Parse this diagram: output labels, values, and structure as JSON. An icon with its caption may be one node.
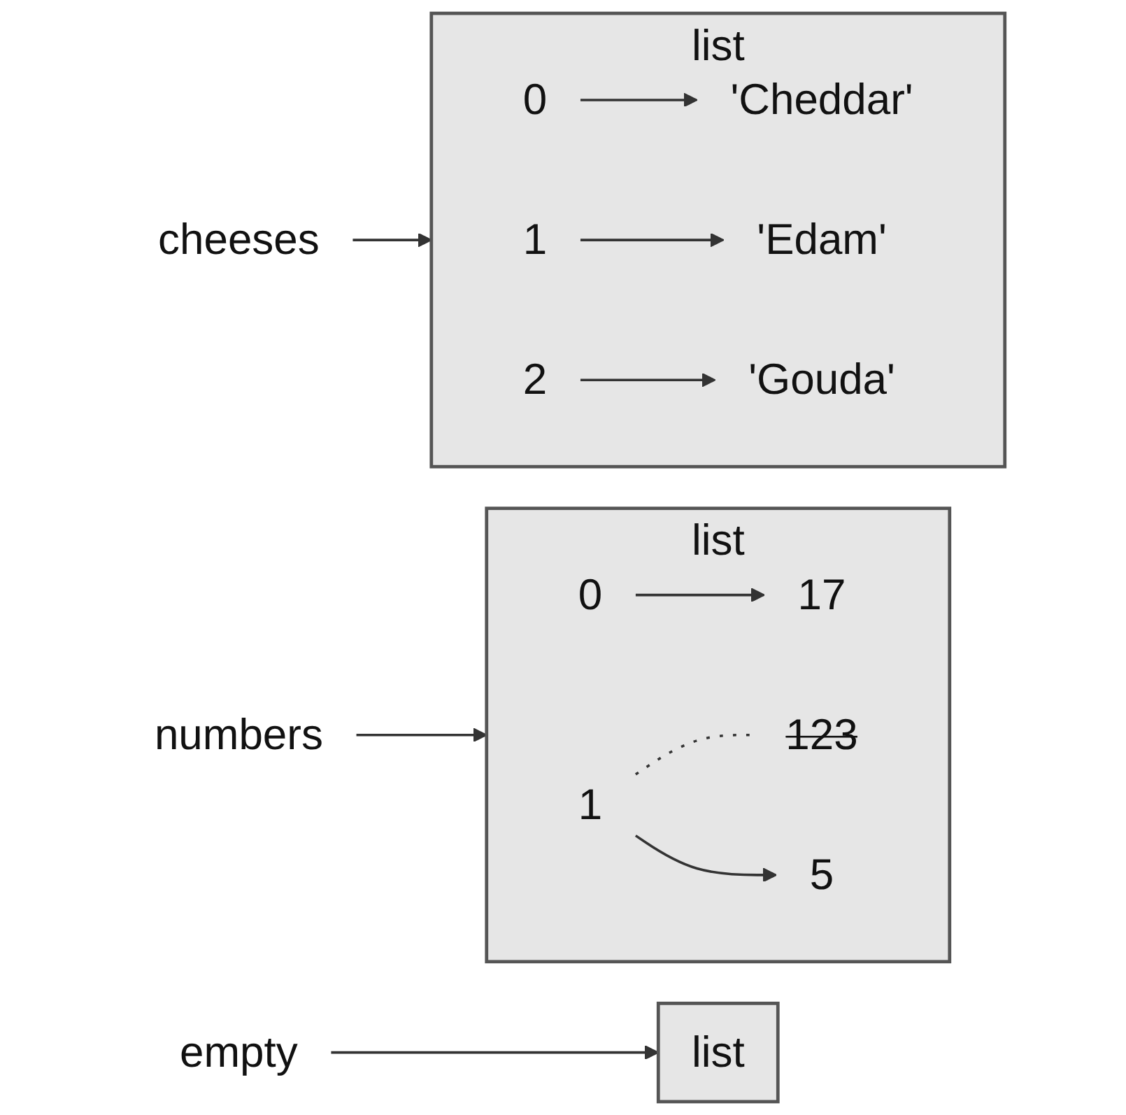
{
  "diagram": {
    "nodes": [
      {
        "text": [
          "cheeses"
        ]
      },
      {
        "text": [
          "list"
        ]
      },
      {
        "text": [
          "0"
        ],
        "in": 1
      },
      {
        "text": [
          "'Cheddar'"
        ],
        "in": 1
      },
      {
        "text": [
          "1"
        ],
        "in": 1
      },
      {
        "text": [
          "'Edam'"
        ],
        "in": 1
      },
      {
        "text": [
          "2"
        ],
        "in": 1
      },
      {
        "text": [
          "'Gouda'"
        ],
        "in": 1
      },
      {
        "text": [
          "numbers"
        ]
      },
      {
        "text": [
          "list"
        ]
      },
      {
        "text": [
          "0"
        ],
        "in": 9
      },
      {
        "text": [
          "17"
        ],
        "in": 9
      },
      {
        "text": [
          "1"
        ],
        "in": 9
      },
      {
        "text": [
          "123"
        ],
        "in": 9
      },
      {
        "text": [
          "5"
        ],
        "in": 9
      },
      {
        "text": [
          "empty"
        ]
      },
      {
        "text": [
          "list"
        ]
      }
    ],
    "edges": [
      {
        "from": 0,
        "to": 1,
        "arrow": "to"
      },
      {
        "from": 2,
        "to": 3,
        "arrow": "to"
      },
      {
        "from": 4,
        "to": 5,
        "arrow": "to"
      },
      {
        "from": 6,
        "to": 7,
        "arrow": "to"
      },
      {
        "from": 8,
        "to": 9,
        "arrow": "to"
      },
      {
        "from": 10,
        "to": 11,
        "arrow": "to"
      },
      {
        "from": 12,
        "to": 13,
        "arrow": "none",
        "style": "dashed"
      },
      {
        "from": 12,
        "to": 14,
        "arrow": "to"
      },
      {
        "from": 15,
        "to": 16,
        "arrow": "to"
      }
    ]
  }
}
